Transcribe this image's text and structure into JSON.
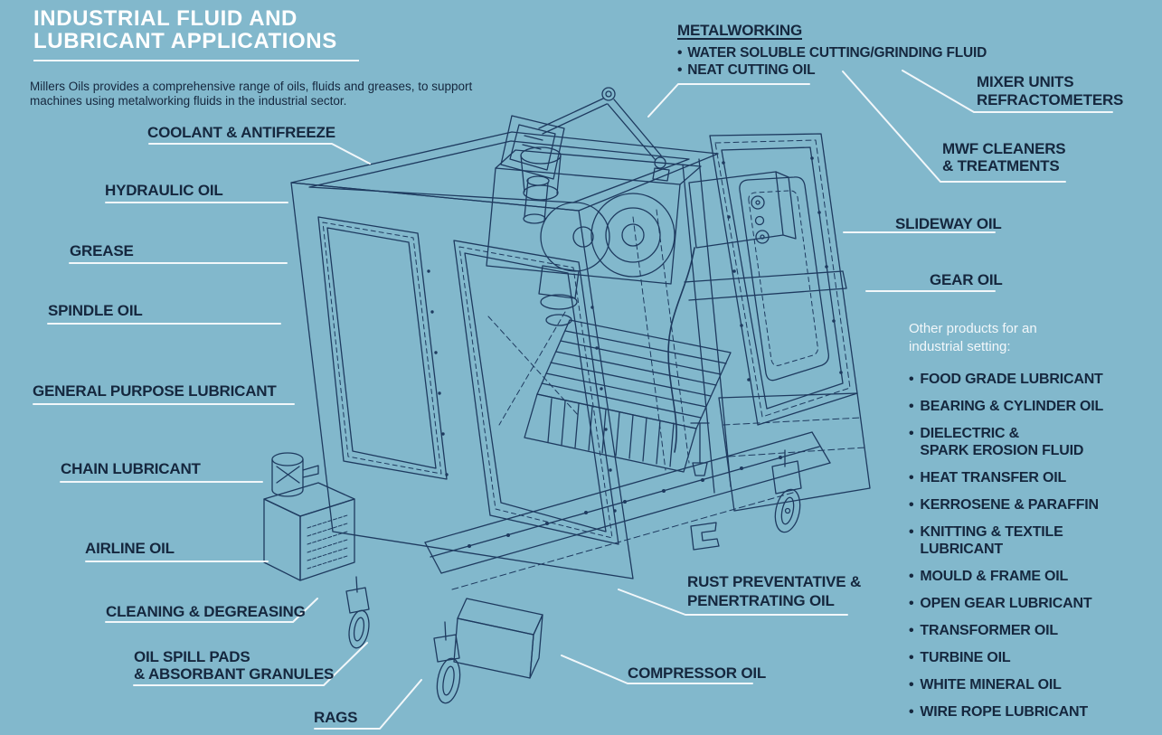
{
  "colors": {
    "background": "#82b8cc",
    "text_navy": "#15273e",
    "drawing_navy": "#1e3a5f",
    "leader_white": "#f2f7fa"
  },
  "header": {
    "title_line1": "INDUSTRIAL FLUID AND",
    "title_line2": "LUBRICANT APPLICATIONS",
    "subtitle": "Millers Oils provides a comprehensive range of oils, fluids and greases, to support\nmachines using metalworking fluids in the industrial sector."
  },
  "glyphs": {
    "bullet": "•"
  },
  "labels": {
    "coolant": "COOLANT & ANTIFREEZE",
    "hydraulic": "HYDRAULIC OIL",
    "grease": "GREASE",
    "spindle": "SPINDLE OIL",
    "general": "GENERAL PURPOSE LUBRICANT",
    "chain": "CHAIN LUBRICANT",
    "airline": "AIRLINE OIL",
    "cleaning": "CLEANING & DEGREASING",
    "oilspill": "OIL SPILL PADS\n& ABSORBANT GRANULES",
    "rags": "RAGS",
    "mixer": "MIXER UNITS\nREFRACTOMETERS",
    "mwf": "MWF CLEANERS\n& TREATMENTS",
    "slideway": "SLIDEWAY OIL",
    "gear": "GEAR OIL",
    "rust": "RUST PREVENTATIVE &\nPENERTRATING OIL",
    "compressor": "COMPRESSOR OIL"
  },
  "metalworking": {
    "heading": "METALWORKING",
    "items": [
      "WATER SOLUBLE CUTTING/GRINDING FLUID",
      "NEAT CUTTING OIL"
    ]
  },
  "other_products": {
    "heading": "Other products for an\nindustrial setting:",
    "items": [
      "FOOD GRADE LUBRICANT",
      "BEARING & CYLINDER OIL",
      "DIELECTRIC &\nSPARK EROSION FLUID",
      "HEAT TRANSFER OIL",
      "KERROSENE & PARAFFIN",
      "KNITTING & TEXTILE\nLUBRICANT",
      "MOULD & FRAME OIL",
      "OPEN GEAR LUBRICANT",
      "TRANSFORMER OIL",
      "TURBINE OIL",
      "WHITE MINERAL OIL",
      "WIRE ROPE LUBRICANT"
    ]
  }
}
